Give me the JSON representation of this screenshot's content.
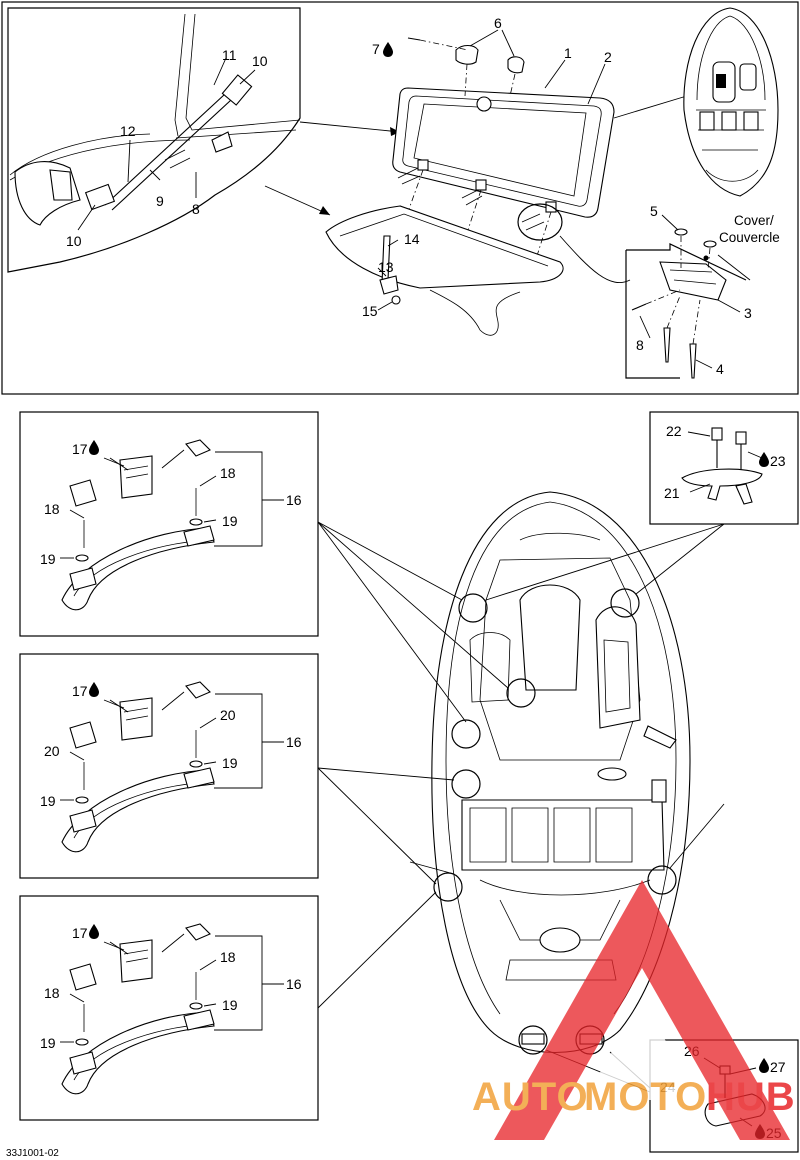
{
  "cover_label": {
    "line1": "Cover/",
    "line2": "Couvercle"
  },
  "callouts": {
    "c1": "1",
    "c2": "2",
    "c3": "3",
    "c4": "4",
    "c5": "5",
    "c6": "6",
    "c7": "7",
    "c8a": "8",
    "c8b": "8",
    "c9": "9",
    "c10a": "10",
    "c10b": "10",
    "c11": "11",
    "c12": "12",
    "c13": "13",
    "c14": "14",
    "c15": "15",
    "p1_16": "16",
    "p1_17": "17",
    "p1_18a": "18",
    "p1_18b": "18",
    "p1_19a": "19",
    "p1_19b": "19",
    "p2_16": "16",
    "p2_17": "17",
    "p2_20a": "20",
    "p2_20b": "20",
    "p2_19a": "19",
    "p2_19b": "19",
    "p3_16": "16",
    "p3_17": "17",
    "p3_18a": "18",
    "p3_18b": "18",
    "p3_19a": "19",
    "p3_19b": "19",
    "c21": "21",
    "c22": "22",
    "c23": "23",
    "c24": "24",
    "c25": "25",
    "c26": "26",
    "c27": "27"
  },
  "figure_code": "33J1001-02",
  "watermark": {
    "part1": "AUTO",
    "part2": "MOTO",
    "part3": "HUB",
    "color_main": "#f2a23a",
    "color_accent": "#e8262a"
  },
  "icons": {
    "adhesive": "adhesive-drop-icon"
  }
}
